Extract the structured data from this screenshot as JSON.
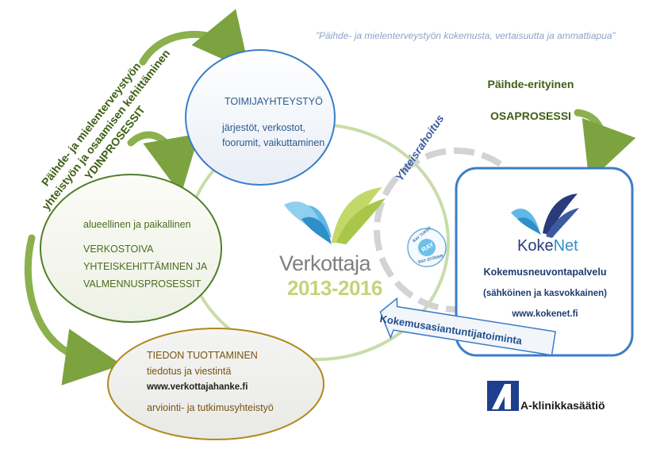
{
  "tagline": "”Päihde- ja mielenterveystyön kokemusta, vertaisuutta ja ammattiapua”",
  "core_process": {
    "line1": "Päihde- ja mielenterveystyön",
    "line2": "yhteistyön ja osaamisen kehittäminen",
    "line3": "YDINPROSESSIT"
  },
  "toimija": {
    "title": "TOIMIJAYHTEYSTYÖ",
    "line1": "järjestöt, verkostot,",
    "line2": "foorumit, vaikuttaminen"
  },
  "verkostoiva": {
    "intro": "alueellinen ja paikallinen",
    "title1": "VERKOSTOIVA",
    "title2": "YHTEISKEHITTÄMINEN JA",
    "title3": "VALMENNUSPROSESSIT"
  },
  "tieto": {
    "title": "TIEDON TUOTTAMINEN",
    "line1": "tiedotus ja viestintä",
    "url": "www.verkottajahanke.fi",
    "line3": "arviointi- ja tutkimusyhteistyö"
  },
  "verkottaja_logo": {
    "word": "Verkottaja",
    "years": "2013-2016"
  },
  "yhteisrahoitus": "Yhteisrahoitus",
  "ray_badge": {
    "top": "RAY TUKEE",
    "bottom": "RAY STÖDER",
    "center": "RAY"
  },
  "paihde_erityinen": {
    "title": "Päihde-erityinen",
    "sub": "OSAPROSESSI"
  },
  "kokenet": {
    "logo_koke": "Koke",
    "logo_net": "Net",
    "title": "Kokemusneuvontapalvelu",
    "sub": "(sähköinen ja kasvokkainen)",
    "url": "www.kokenet.fi"
  },
  "kokemus_banner": "Kokemusasiantuntijatoiminta",
  "a_klinikka": {
    "text": "A-klinikkasäätiö"
  },
  "colors": {
    "blue_circle": "#3a7dc8",
    "green_circle": "#4f7f2a",
    "gold_circle": "#b0891e",
    "arrow_green": "#7fa83a",
    "kokenet_border": "#3a7dc8"
  }
}
